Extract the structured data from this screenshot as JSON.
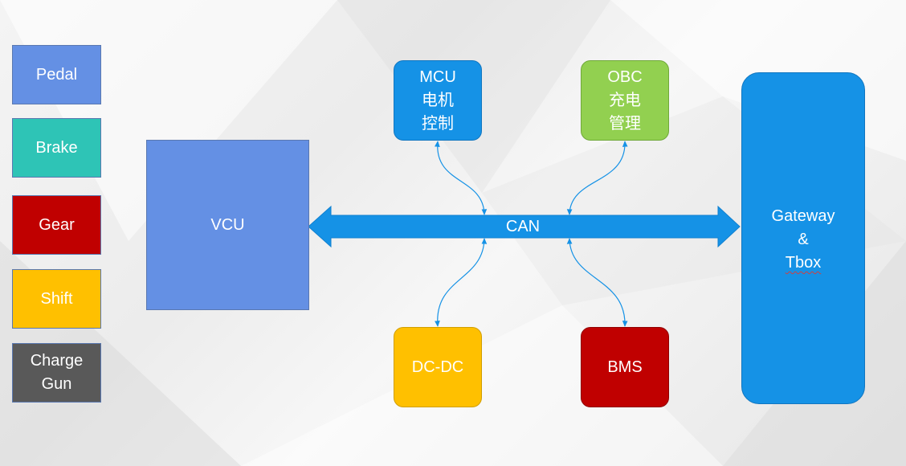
{
  "legend": [
    {
      "id": "pedal",
      "lines": [
        "Pedal"
      ],
      "color": "#6490e4"
    },
    {
      "id": "brake",
      "lines": [
        "Brake"
      ],
      "color": "#2ec4b6"
    },
    {
      "id": "gear",
      "lines": [
        "Gear"
      ],
      "color": "#c00000"
    },
    {
      "id": "shift",
      "lines": [
        "Shift"
      ],
      "color": "#ffc000"
    },
    {
      "id": "charge-gun",
      "lines": [
        "Charge",
        "Gun"
      ],
      "color": "#595959"
    }
  ],
  "nodes": {
    "vcu": {
      "lines": [
        "VCU"
      ],
      "color": "#6490e4"
    },
    "mcu": {
      "lines": [
        "MCU",
        "电机",
        "控制"
      ],
      "color": "#1592e6"
    },
    "obc": {
      "lines": [
        "OBC",
        "充电",
        "管理"
      ],
      "color": "#92d050"
    },
    "dcdc": {
      "lines": [
        "DC-DC"
      ],
      "color": "#ffc000"
    },
    "bms": {
      "lines": [
        "BMS"
      ],
      "color": "#c00000"
    },
    "gateway": {
      "lines": [
        "Gateway",
        "&",
        "Tbox"
      ],
      "color": "#1592e6"
    }
  },
  "bus": {
    "label": "CAN",
    "color": "#1592e6"
  }
}
